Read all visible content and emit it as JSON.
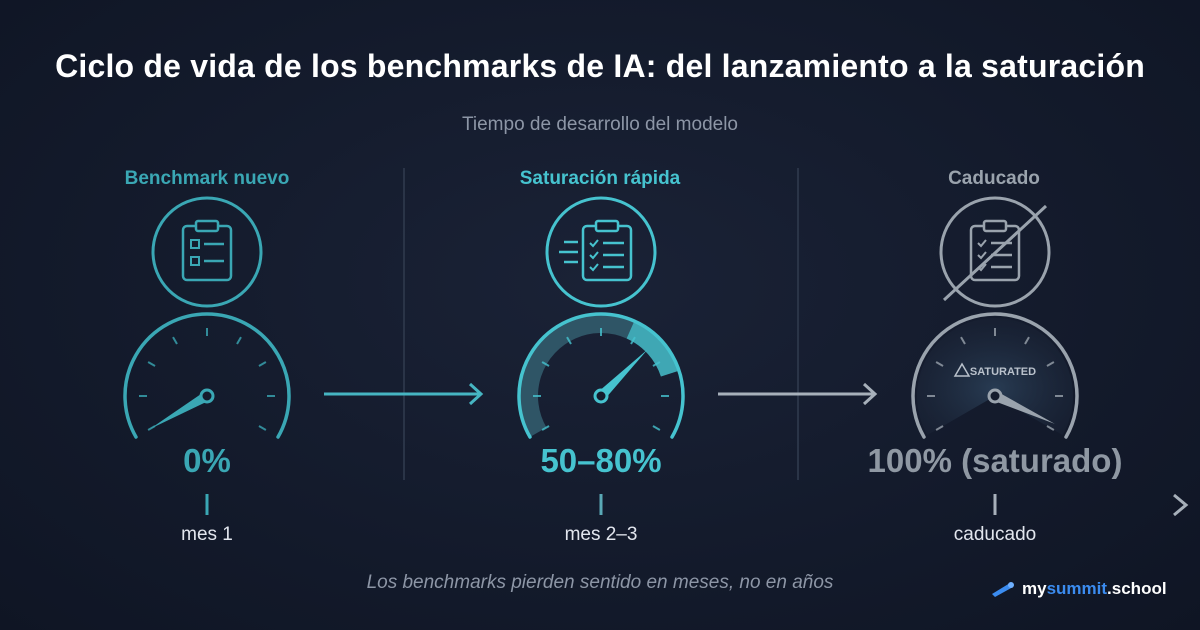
{
  "title": "Ciclo de vida de los benchmarks de IA: del lanzamiento a la saturación",
  "subtitle": "Tiempo de desarrollo del modelo",
  "stages": [
    {
      "title": "Benchmark nuevo",
      "percent_label": "0%",
      "tick_label": "mes 1",
      "color": "#3aa7b4",
      "gauge_fill": 0.0
    },
    {
      "title": "Saturación rápida",
      "percent_label": "50–80%",
      "tick_label": "mes 2–3",
      "color": "#46c3cf",
      "gauge_fill": 0.8
    },
    {
      "title": "Caducado",
      "percent_label": "100% (saturado)",
      "tick_label": "caducado",
      "color": "#9aa3ad",
      "gauge_fill": 1.0,
      "gauge_badge": "SATURATED"
    }
  ],
  "footer": "Los benchmarks pierden sentido en meses, no en años",
  "brand": {
    "part1": "my",
    "part2": "summit",
    "part3": ".school"
  },
  "colors": {
    "accent": "#46c3cf",
    "muted": "#9aa3ad",
    "background": "#141b2c"
  }
}
